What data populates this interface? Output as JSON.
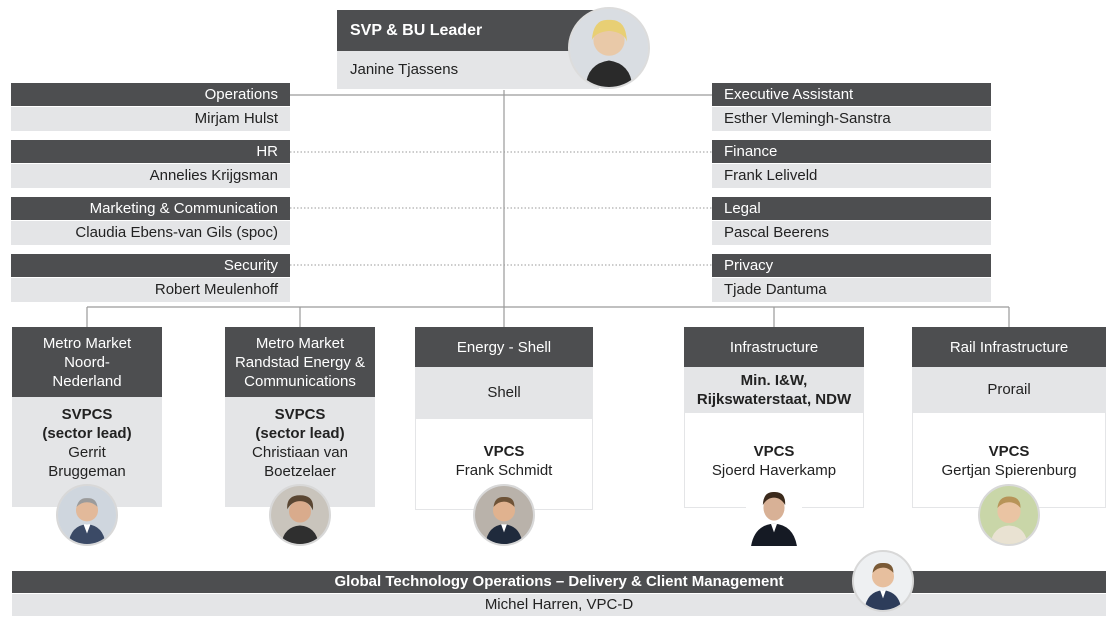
{
  "top": {
    "title": "SVP & BU Leader",
    "name": "Janine Tjassens"
  },
  "staff_left": [
    {
      "role": "Operations",
      "name": "Mirjam Hulst"
    },
    {
      "role": "HR",
      "name": "Annelies Krijgsman"
    },
    {
      "role": "Marketing & Communication",
      "name": "Claudia Ebens-van Gils (spoc)"
    },
    {
      "role": "Security",
      "name": "Robert Meulenhoff"
    }
  ],
  "staff_right": [
    {
      "role": "Executive Assistant",
      "name": "Esther Vlemingh-Sanstra"
    },
    {
      "role": "Finance",
      "name": "Frank Leliveld"
    },
    {
      "role": "Legal",
      "name": "Pascal Beerens"
    },
    {
      "role": "Privacy",
      "name": "Tjade Dantuma"
    }
  ],
  "units": [
    {
      "header": [
        "Metro Market",
        "Noord-",
        "Nederland"
      ],
      "client": [],
      "title": [
        "SVPCS",
        "(sector lead)"
      ],
      "name": [
        "Gerrit",
        "Bruggeman"
      ]
    },
    {
      "header": [
        "Metro Market",
        "Randstad Energy &",
        "Communications"
      ],
      "client": [],
      "title": [
        "SVPCS",
        "(sector lead)"
      ],
      "name": [
        "Christiaan van",
        "Boetzelaer"
      ]
    },
    {
      "header": [
        "Energy - Shell"
      ],
      "client": [
        "Shell"
      ],
      "title": [
        "VPCS"
      ],
      "name": [
        "Frank Schmidt"
      ]
    },
    {
      "header": [
        "Infrastructure"
      ],
      "client": [
        "Min. I&W,",
        "Rijkswaterstaat, NDW"
      ],
      "title": [
        "VPCS"
      ],
      "name": [
        "Sjoerd Haverkamp"
      ]
    },
    {
      "header": [
        "Rail Infrastructure"
      ],
      "client": [
        "Prorail"
      ],
      "title": [
        "VPCS"
      ],
      "name": [
        "Gertjan Spierenburg"
      ]
    }
  ],
  "bottom": {
    "title": "Global Technology Operations – Delivery & Client Management",
    "name": "Michel Harren, VPC-D"
  },
  "colors": {
    "dark": "#4d4e50",
    "light": "#e4e5e7",
    "line": "#9a9a9a"
  }
}
